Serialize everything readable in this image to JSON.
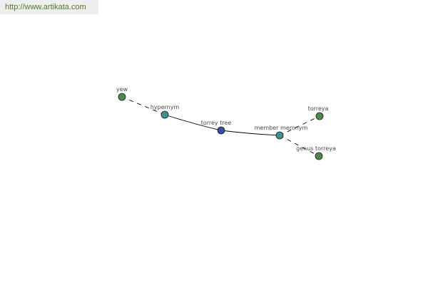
{
  "header": {
    "source_url": "http://www.artikata.com",
    "url_color": "#4d7a1f"
  },
  "graph": {
    "nodes": {
      "yew": {
        "label": "yew",
        "color": "#4a8a4a"
      },
      "hypernym": {
        "label": "hypernym",
        "color": "#3f9090"
      },
      "torrey_tree": {
        "label": "torrey tree",
        "color": "#3a4fa0"
      },
      "member_meronym": {
        "label": "member meronym",
        "color": "#3f9090"
      },
      "torreya": {
        "label": "torreya",
        "color": "#4a8a4a"
      },
      "genus_torreya": {
        "label": "genus torreya",
        "color": "#4a8a4a"
      }
    },
    "edges": [
      {
        "from": "hypernym",
        "to": "yew",
        "style": "dashed"
      },
      {
        "from": "torrey_tree",
        "to": "hypernym",
        "style": "solid"
      },
      {
        "from": "torrey_tree",
        "to": "member_meronym",
        "style": "solid"
      },
      {
        "from": "member_meronym",
        "to": "torreya",
        "style": "dashed"
      },
      {
        "from": "member_meronym",
        "to": "genus_torreya",
        "style": "dashed"
      }
    ]
  }
}
